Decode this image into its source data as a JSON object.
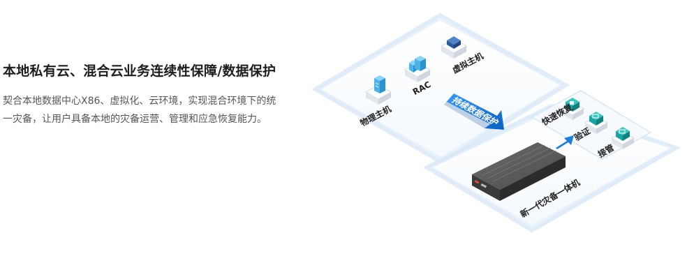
{
  "intro": {
    "title": "本地私有云、混合云业务连续性保障/数据保护",
    "description": "契合本地数据中心X86、虚拟化、云环境，实现混合环境下的统一灾备，让用户具备本地的灾备运营、管理和应急恢复能力。"
  },
  "diagram": {
    "sources": [
      {
        "label": "物理主机",
        "icon": "server-tower-icon"
      },
      {
        "label": "RAC",
        "icon": "server-cluster-icon"
      },
      {
        "label": "虚拟主机",
        "icon": "virtual-machine-icon"
      }
    ],
    "flow_label": "持续数据保护",
    "appliance_label": "新一代灾备一体机",
    "functions": [
      {
        "label": "快速恢复",
        "icon": "lock-restore-icon"
      },
      {
        "label": "验证",
        "icon": "verify-icon"
      },
      {
        "label": "接管",
        "icon": "takeover-icon"
      }
    ],
    "colors": {
      "accent": "#1f7fd6",
      "icon_teal": "#1aa3a0",
      "platform_border": "#d6e7f7"
    }
  }
}
